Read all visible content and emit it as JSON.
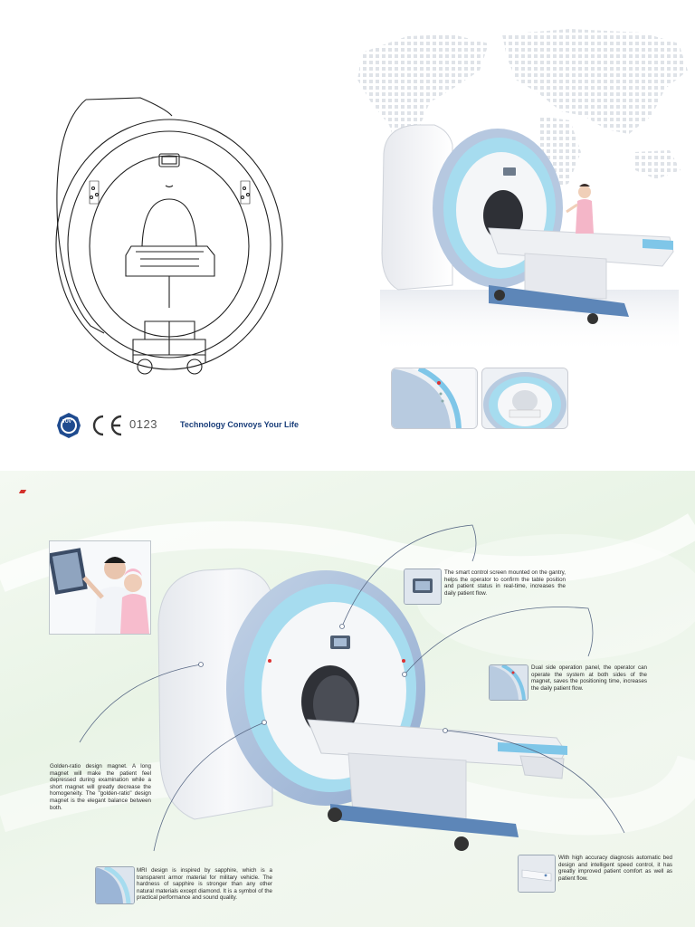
{
  "top_page": {
    "certification": {
      "tuv_logo_text": "TÜV",
      "ce_mark": "CE",
      "number": "0123"
    },
    "slogan": "Technology Convoys Your Life"
  },
  "bottom_page": {
    "callouts": {
      "control_screen": "The smart control screen mounted on the gantry, helps the operator to confirm the table position and patient status in real-time, increases the daily patient flow.",
      "dual_panel": "Dual side operation panel, the operator can operate the system at both sides of the magnet, saves the positioning time, increases the daily patient flow.",
      "golden_ratio": "Golden-ratio design magnet. A long magnet will make the patient feel depressed during examination while a short magnet will greatly decrease the homogeneity. The \"golden-ratio\" design magnet is the elegant balance between both.",
      "sapphire": "MRI design is inspired by sapphire, which is a transparent armor material for military vehicle. The hardness of sapphire is stronger than any other natural materials except diamond. It is a symbol of the practical performance and sound quality.",
      "auto_bed": "With high accuracy diagnosis automatic bed design and intelligent speed control, it has greatly improved patient comfort as well as patient flow."
    }
  },
  "colors": {
    "accent_blue": "#7fc6e8",
    "ring_blue": "#a9c2de",
    "slogan_blue": "#1a3e7a",
    "base_blue": "#5d86b8"
  }
}
